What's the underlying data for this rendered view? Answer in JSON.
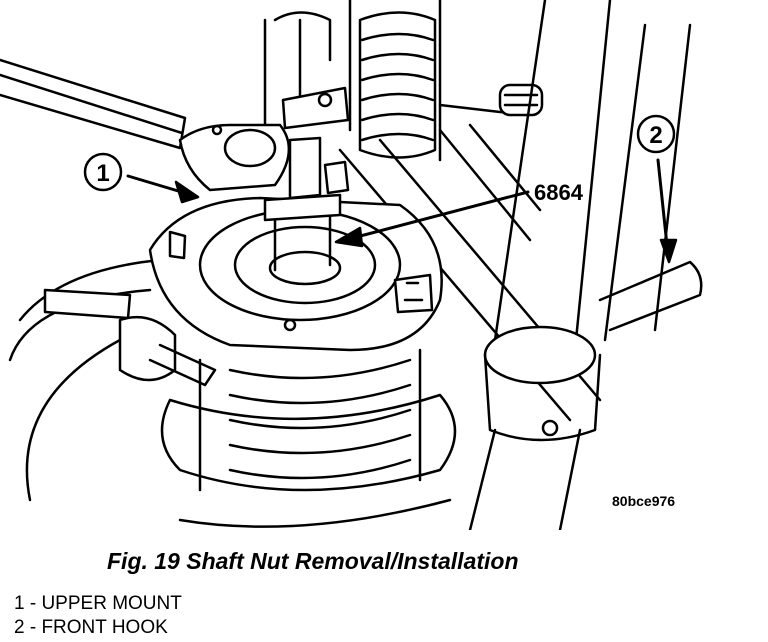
{
  "figure": {
    "callout_1": "1",
    "callout_2": "2",
    "tool_number": "6864",
    "image_code": "80bce976"
  },
  "caption": "Fig. 19 Shaft Nut Removal/Installation",
  "legend": [
    {
      "text": "1 - UPPER MOUNT"
    },
    {
      "text": "2 - FRONT HOOK"
    }
  ]
}
